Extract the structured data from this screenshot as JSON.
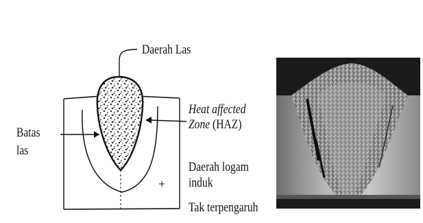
{
  "diagram": {
    "labels": {
      "weld_area": "Daerah Las",
      "fusion_line_1": "Batas",
      "fusion_line_2": "las",
      "haz_1": "Heat affected",
      "haz_2_italic": "Zone",
      "haz_2_rest": " (HAZ)",
      "base_metal_1": "Daerah logam",
      "base_metal_2": "induk",
      "base_metal_3": "Tak terpengaruh"
    }
  },
  "colors": {
    "line": "#111111",
    "background": "#ffffff"
  }
}
